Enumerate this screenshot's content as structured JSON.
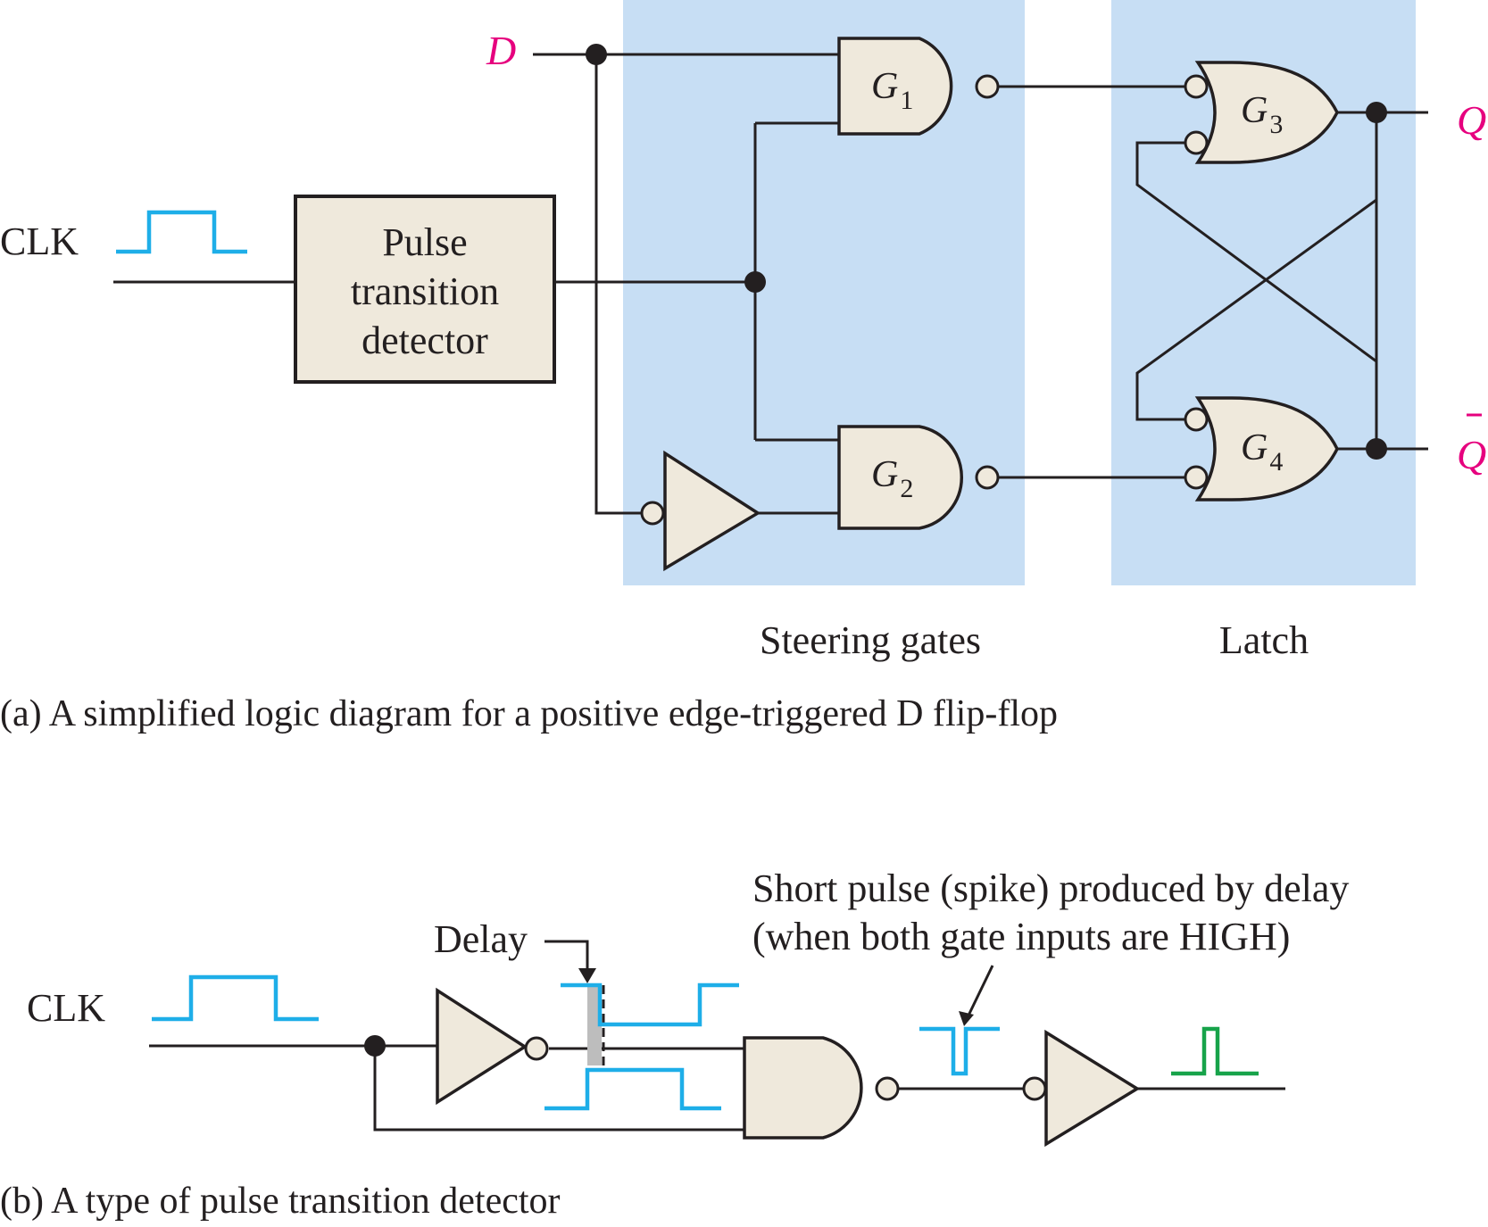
{
  "part_a": {
    "inputs": {
      "d": "D",
      "clk": "CLK"
    },
    "detector": [
      "Pulse",
      "transition",
      "detector"
    ],
    "gates": [
      {
        "name": "G",
        "sub": "1"
      },
      {
        "name": "G",
        "sub": "2"
      },
      {
        "name": "G",
        "sub": "3"
      },
      {
        "name": "G",
        "sub": "4"
      }
    ],
    "outputs": {
      "q": "Q",
      "q_bar": "Q"
    },
    "regions": {
      "steering": "Steering gates",
      "latch": "Latch"
    },
    "caption": "(a) A simplified logic diagram for a positive edge-triggered D flip-flop"
  },
  "part_b": {
    "clk": "CLK",
    "delay": "Delay",
    "spike_note": [
      "Short pulse (spike) produced by delay",
      "(when both gate inputs are HIGH)"
    ],
    "caption": "(b) A type of pulse transition detector"
  },
  "colors": {
    "signal_label": "#e6007e",
    "region_fill": "#c7def4",
    "gate_fill": "#efe9dc",
    "waveform": "#1eaee8",
    "output_pulse": "#17a34a"
  }
}
